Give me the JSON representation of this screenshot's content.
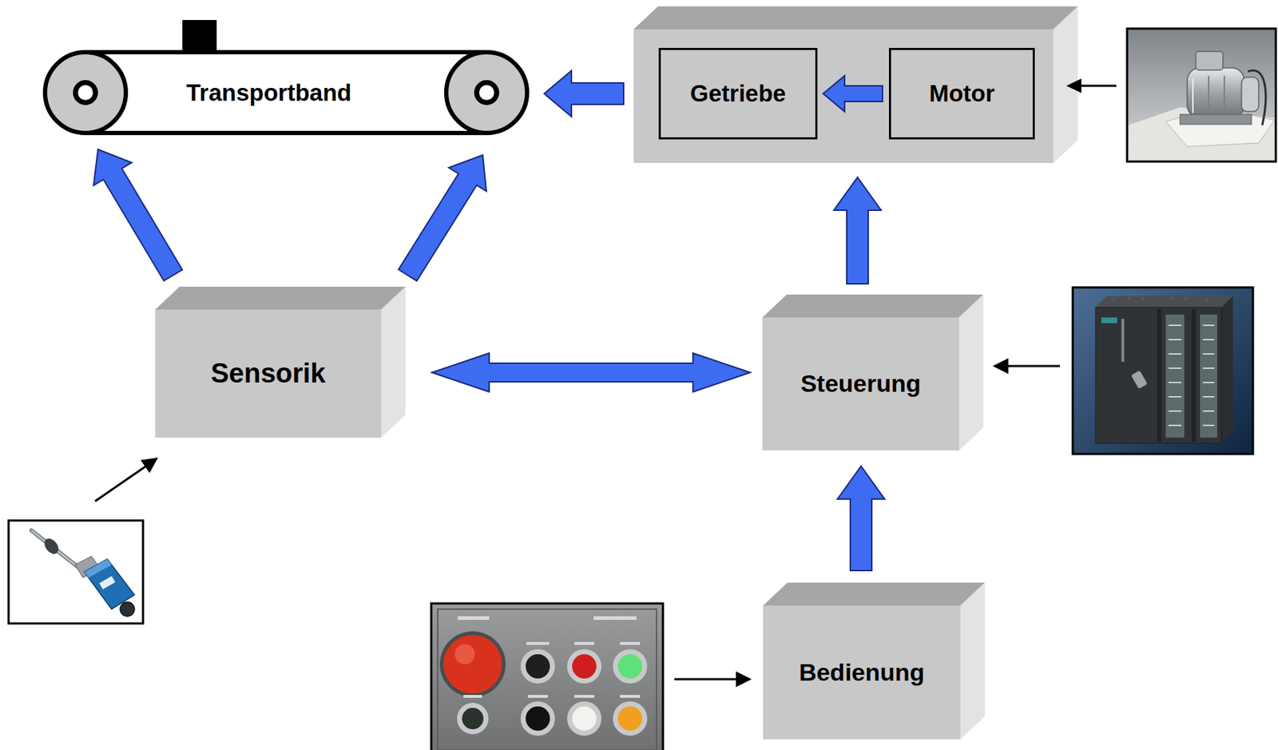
{
  "diagram": {
    "nodes": [
      {
        "text": [
          "Transportband"
        ]
      },
      {
        "text": [
          "Getriebe"
        ]
      },
      {
        "text": [
          "Motor"
        ]
      },
      {
        "text": [
          "Sensorik"
        ]
      },
      {
        "text": [
          "Steuerung"
        ]
      },
      {
        "text": [
          "Bedienung"
        ]
      }
    ],
    "edges": [
      {
        "from": 2,
        "to": 1,
        "arrow": "to"
      },
      {
        "from": 1,
        "to": 0,
        "arrow": "to"
      },
      {
        "from": 3,
        "to": 0,
        "arrow": "to"
      },
      {
        "from": 3,
        "to": 0,
        "arrow": "to"
      },
      {
        "from": 3,
        "to": 4,
        "arrow": "both"
      },
      {
        "from": 5,
        "to": 4,
        "arrow": "to"
      }
    ]
  }
}
